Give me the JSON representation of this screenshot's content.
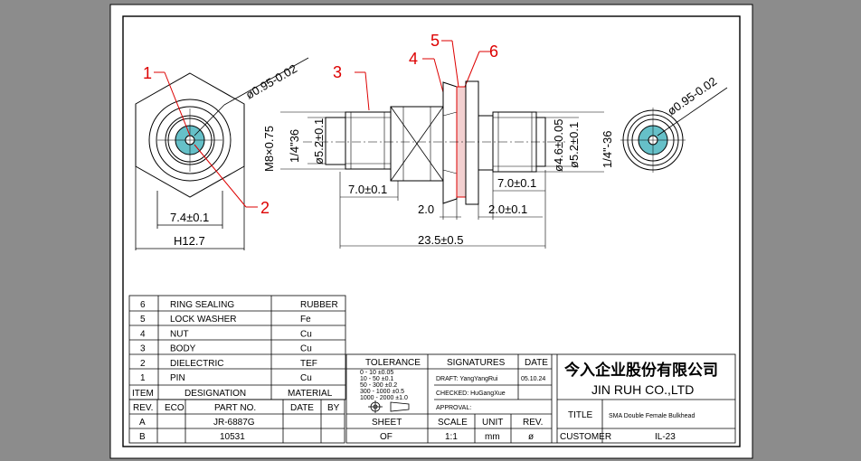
{
  "colors": {
    "background": "#8c8c8c",
    "paper": "#ffffff",
    "line": "#000000",
    "callout": "#d40000",
    "insulator": "#66c0c8"
  },
  "callouts": [
    "1",
    "2",
    "3",
    "4",
    "5",
    "6"
  ],
  "dims": {
    "left_diameter": "ø0.95-0.02",
    "right_diameter": "ø0.95-0.02",
    "hex_inner": "7.4±0.1",
    "hex_outer": "H12.7",
    "thread": "M8×0.75",
    "thread_left": "1/4\"36",
    "bore_left": "ø5.2±0.1",
    "len_left": "7.0±0.1",
    "len_right": "7.0±0.1",
    "nut_w": "2.0",
    "right_step": "2.0±0.1",
    "overall": "23.5±0.5",
    "bore_right_a": "ø4.6±0.05",
    "bore_right_b": "ø5.2±0.1",
    "thread_right": "1/4\"-36"
  },
  "parts": [
    {
      "item": "6",
      "desig": "RING SEALING",
      "mat": "RUBBER"
    },
    {
      "item": "5",
      "desig": "LOCK WASHER",
      "mat": "Fe"
    },
    {
      "item": "4",
      "desig": "NUT",
      "mat": "Cu"
    },
    {
      "item": "3",
      "desig": "BODY",
      "mat": "Cu"
    },
    {
      "item": "2",
      "desig": "DIELECTRIC",
      "mat": "TEF"
    },
    {
      "item": "1",
      "desig": "PIN",
      "mat": "Cu"
    }
  ],
  "parts_header": {
    "item": "ITEM",
    "desig": "DESIGNATION",
    "mat": "MATERIAL"
  },
  "rev_header": {
    "rev": "REV.",
    "eco": "ECO",
    "part": "PART NO.",
    "date": "DATE",
    "by": "BY"
  },
  "rev_rows": [
    {
      "rev": "A",
      "part": "JR-6887G"
    },
    {
      "rev": "B",
      "part": "10531"
    }
  ],
  "tolerance": {
    "title": "TOLERANCE",
    "rows": [
      "0 - 10   ±0.05",
      "10 - 50   ±0.1",
      "50 - 300   ±0.2",
      "300 - 1000   ±0.5",
      "1000 - 2000   ±1.0"
    ]
  },
  "signatures": {
    "title": "SIGNATURES",
    "date_label": "DATE",
    "draft": "DRAFT: YangYangRui",
    "date": "05.10.24",
    "checked": "CHECKED: HuGangXue",
    "approval": "APPROVAL:"
  },
  "sheet_row": {
    "sheet": "SHEET",
    "scale": "SCALE",
    "unit": "UNIT",
    "rev": "REV.",
    "sheet_val": "OF",
    "scale_val": "1:1",
    "unit_val": "mm",
    "rev_val": "ø"
  },
  "company": {
    "chinese": "今入企业股份有限公司",
    "english": "JIN  RUH  CO.,LTD"
  },
  "title_block": {
    "title_label": "TITLE",
    "title": "SMA Double Female Bulkhead",
    "customer_label": "CUSTOMER",
    "customer": "IL-23"
  }
}
